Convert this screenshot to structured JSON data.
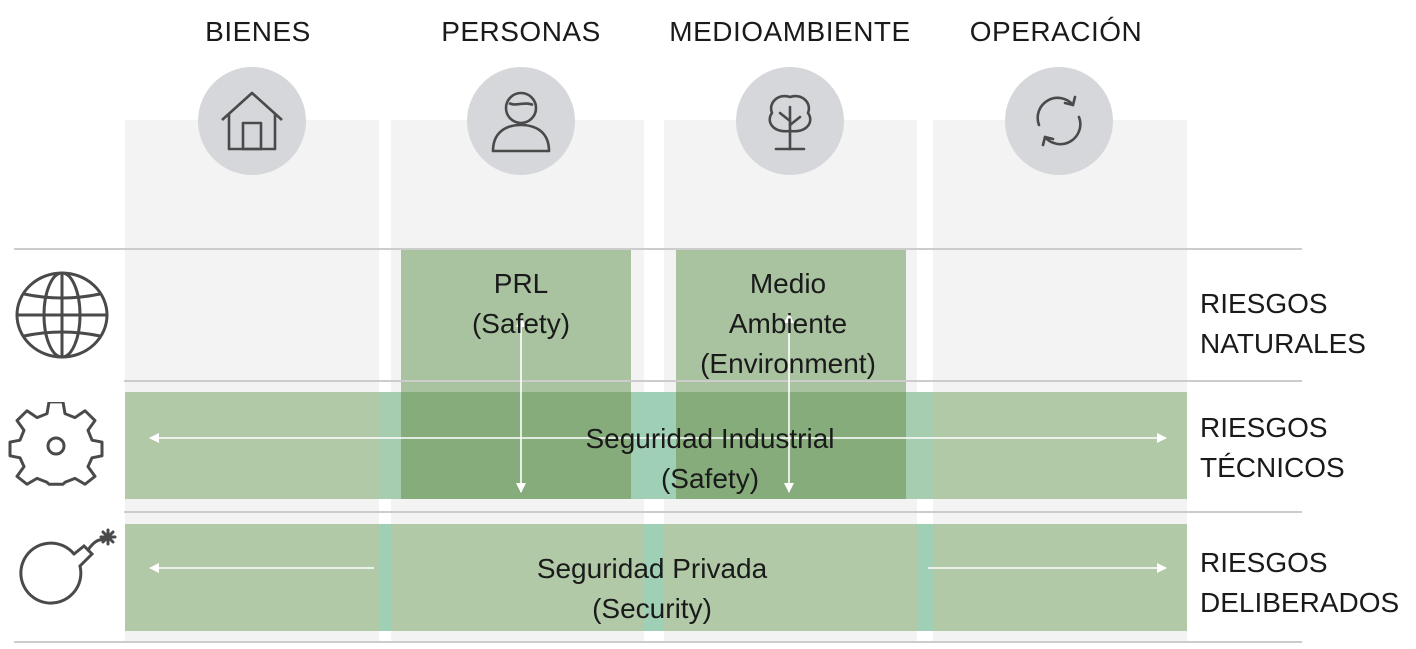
{
  "columns": [
    {
      "label": "BIENES",
      "icon": "house-icon"
    },
    {
      "label": "PERSONAS",
      "icon": "person-icon"
    },
    {
      "label": "MEDIOAMBIENTE",
      "icon": "tree-icon"
    },
    {
      "label": "OPERACIÓN",
      "icon": "refresh-cycle-icon"
    }
  ],
  "rows": [
    {
      "label_line1": "RIESGOS",
      "label_line2": "NATURALES",
      "icon": "globe-icon"
    },
    {
      "label_line1": "RIESGOS",
      "label_line2": "TÉCNICOS",
      "icon": "gear-icon"
    },
    {
      "label_line1": "RIESGOS",
      "label_line2": "DELIBERADOS",
      "icon": "bomb-icon"
    }
  ],
  "boxes": {
    "prl": {
      "line1": "PRL",
      "line2": "(Safety)"
    },
    "medio_ambiente": {
      "line1": "Medio",
      "line2": "Ambiente",
      "line3": "(Environment)"
    },
    "seguridad_industrial": {
      "line1": "Seguridad Industrial",
      "line2": "(Safety)"
    },
    "seguridad_privada": {
      "line1": "Seguridad Privada",
      "line2": "(Security)"
    }
  },
  "colors": {
    "column_background": "#f3f3f3",
    "icon_circle": "#d5d7db",
    "band_light": "#b1c9a7",
    "band_medium": "#a9c3a0",
    "band_dark": "#86ac7b",
    "band_teal_gap": "#9fcfb5",
    "divider": "#cccccc"
  }
}
